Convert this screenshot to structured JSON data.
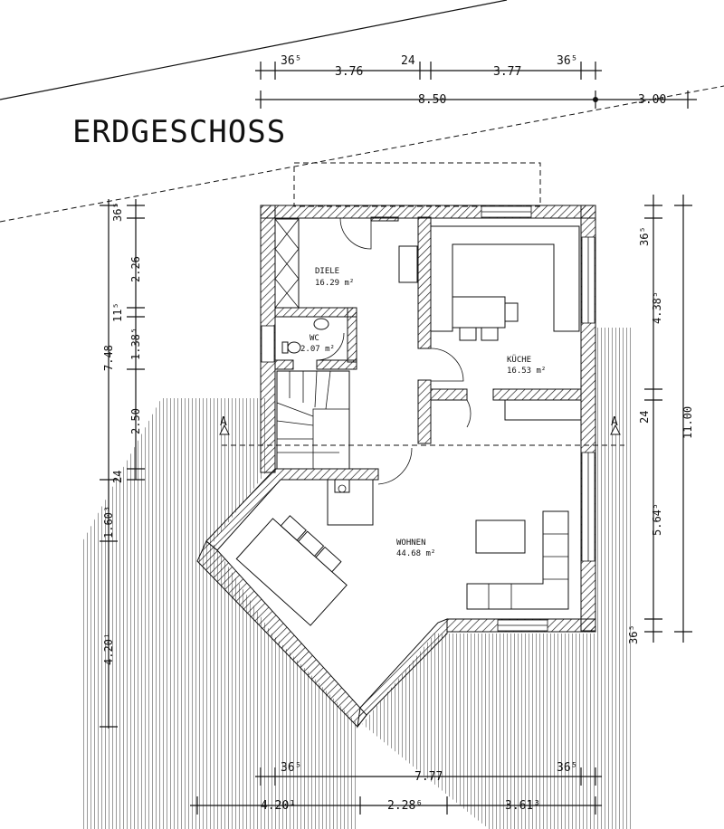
{
  "title": "ERDGESCHOSS",
  "rooms": {
    "diele": {
      "name": "DIELE",
      "area": "16.29 m²"
    },
    "wc": {
      "name": "WC",
      "area": "2.07 m²"
    },
    "kueche": {
      "name": "KÜCHE",
      "area": "16.53 m²"
    },
    "wohnen": {
      "name": "WOHNEN",
      "area": "44.68 m²"
    }
  },
  "section_marker": "A",
  "dimensions": {
    "top_row": [
      "36⁵",
      "3.76",
      "24",
      "3.77",
      "36⁵"
    ],
    "top_total": "8.50",
    "top_right": "3.00",
    "left_inner": [
      "36⁵",
      "2.26",
      "11⁵",
      "1.38⁵",
      "2.50",
      "24",
      "1.60³",
      "4.20¹"
    ],
    "left_outer": "7.48",
    "right_inner": [
      "36⁵",
      "4.38⁵",
      "24",
      "5.64⁵",
      "36⁵"
    ],
    "right_outer": "11.00",
    "bottom_row": [
      "36⁵",
      "7.77",
      "36⁵"
    ],
    "bottom_lower": [
      "4.20¹",
      "2.28⁶",
      "3.61³"
    ]
  }
}
